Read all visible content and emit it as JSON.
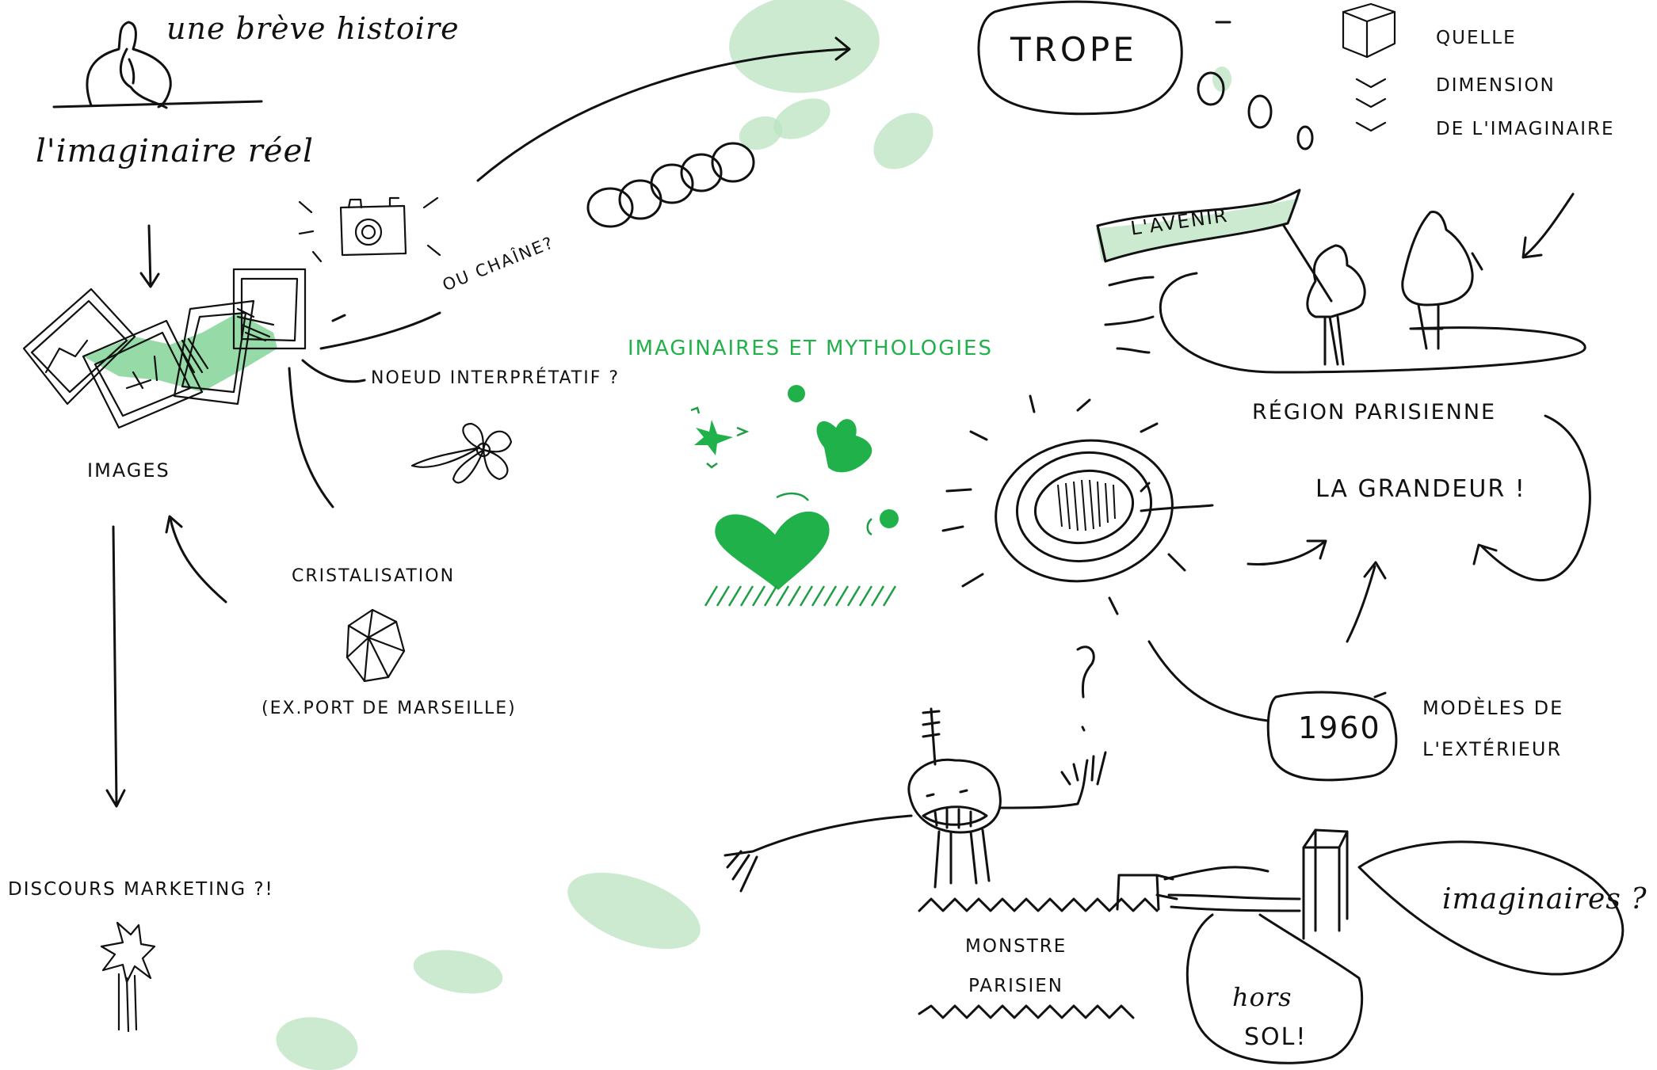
{
  "colors": {
    "ink": "#111111",
    "accent_green": "#21b14a",
    "wash_green": "#b9e3c0"
  },
  "labels": {
    "une_breve_histoire": "une brève histoire",
    "imaginaire_reel": "l'imaginaire réel",
    "images": "IMAGES",
    "discours_marketing": "DISCOURS MARKETING ?!",
    "ou_chaine": "OU CHAÎNE?",
    "noeud_interpretatif": "NOEUD INTERPRÉTATIF ?",
    "cristalisation": "CRISTALISATION",
    "ex_port_marseille": "(EX.PORT DE MARSEILLE)",
    "imaginaires_et_mythologies": "IMAGINAIRES ET MYTHOLOGIES",
    "trope": "TROPE",
    "quelle": "QUELLE",
    "dimension": "DIMENSION",
    "de_limaginaire": "DE L'IMAGINAIRE",
    "lavenir": "L'AVENIR",
    "region_parisienne": "RÉGION PARISIENNE",
    "la_grandeur": "LA GRANDEUR !",
    "year_1960": "1960",
    "modeles_de": "MODÈLES DE",
    "lexterieur": "L'EXTÉRIEUR",
    "monstre": "MONSTRE",
    "parisien": "PARISIEN",
    "imaginaires_q": "imaginaires ?",
    "hors": "hors",
    "sol": "SOL!"
  },
  "icons": [
    "thinker-icon",
    "photo-stack-icon",
    "camera-icon",
    "flower-knot-icon",
    "crystal-icon",
    "star-rocket-icon",
    "chain-links-icon",
    "hearts-icon",
    "cube-icon",
    "walking-figures-icon",
    "vortex-icon",
    "monster-icon",
    "tower-icon"
  ]
}
